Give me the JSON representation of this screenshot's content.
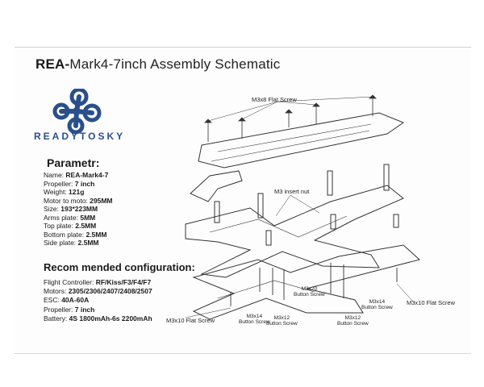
{
  "title": {
    "bold": "REA-",
    "rest": "Mark4-7inch  Assembly Schematic"
  },
  "logo": {
    "text": "READYTOSKY",
    "color": "#2b4f8a"
  },
  "params": {
    "heading": "Parametr:",
    "items": [
      {
        "label": "Name: ",
        "value": "REA-Mark4-7"
      },
      {
        "label": "Propeller: ",
        "value": "7 inch"
      },
      {
        "label": "Weight: ",
        "value": "121g"
      },
      {
        "label": "Motor to moto: ",
        "value": "295MM"
      },
      {
        "label": "Size: ",
        "value": "193*223MM"
      },
      {
        "label": "Arms plate: ",
        "value": "5MM"
      },
      {
        "label": "Top plate: ",
        "value": "2.5MM"
      },
      {
        "label": "Bottom plate: ",
        "value": "2.5MM"
      },
      {
        "label": "Side plate: ",
        "value": "2.5MM"
      }
    ]
  },
  "recommended": {
    "heading": "Recom mended configuration:",
    "items": [
      {
        "label": "Flight Controller: ",
        "value": "RF/Kiss/F3/F4/F7"
      },
      {
        "label": "Motors: ",
        "value": "2305/2306/2407/2408/2507"
      },
      {
        "label": "ESC: ",
        "value": "40A-60A"
      },
      {
        "label": "Propeller: ",
        "value": "7 inch"
      },
      {
        "label": "Battery: ",
        "value": "4S 1800mAh-6s 2200mAh"
      }
    ]
  },
  "callouts": {
    "top_screw": "M3x8 Flat Screw",
    "insert_nut": "M3 insert nut",
    "left_bottom_screw": "M3x10 Flat Screw",
    "right_bottom_screw": "M3x10 Flat Screw",
    "m3x14_left": "M3x14\nButton Screw",
    "m3x12_left": "M3x12\nButton Screw",
    "m3x20": "M3x20\nButton Screw",
    "m3x12_right": "M3x12\nButton Screw",
    "m3x14_right": "M3x14\nButton Screw"
  },
  "colors": {
    "line": "#333333",
    "accent": "#2b4f8a"
  }
}
